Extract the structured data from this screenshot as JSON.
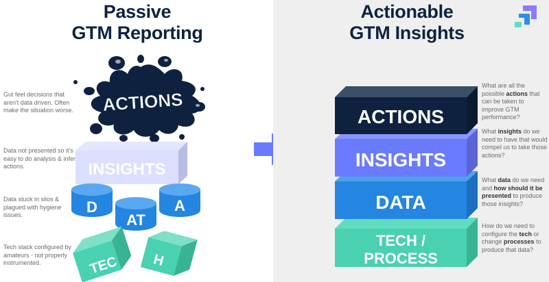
{
  "left": {
    "title_line1": "Passive",
    "title_line2": "GTM Reporting",
    "notes": [
      "Gut feel decisions that aren't data driven. Often make the situation worse.",
      "Data not presented so it's easy to do analysis & infer actions.",
      "Data stuck in silos & plagued with hygiene issues.",
      "Tech stack configured by amateurs - not properly instrumented."
    ],
    "splat_label": "ACTIONS",
    "insights_label": "INSIGHTS",
    "data_letters": [
      "D",
      "AT",
      "A"
    ],
    "tech_fragments": [
      "TEC",
      "H"
    ]
  },
  "right": {
    "title_line1": "Actionable",
    "title_line2": "GTM Insights",
    "layers": [
      {
        "label": "ACTIONS",
        "color": "#0e2240"
      },
      {
        "label": "INSIGHTS",
        "color": "#6b7bff"
      },
      {
        "label": "DATA",
        "color": "#2486e0"
      },
      {
        "label_line1": "TECH /",
        "label_line2": "PROCESS",
        "color": "#49d1b1"
      }
    ],
    "notes": [
      {
        "pre": "What are all the possible ",
        "bold": "actions",
        "post": " that can be taken to improve GTM performance?"
      },
      {
        "pre": "What ",
        "bold": "insights",
        "post": " do we need to have that would compel us to take those actions?"
      },
      {
        "pre": "What ",
        "bold": "data",
        "mid": " do we need and ",
        "bold2": "how should it be presented",
        "post": " to produce those insights?"
      },
      {
        "pre": "How do we need to configure the ",
        "bold": "tech",
        "mid": " or change ",
        "bold2": "processes",
        "post": " to produce that data?"
      }
    ]
  },
  "arrow_icon": "right-arrow-icon",
  "logo_icon": "stacked-squares-logo-icon",
  "colors": {
    "navy": "#0e2240",
    "purple": "#6b7bff",
    "blue": "#2486e0",
    "teal": "#49d1b1",
    "background_right": "#efefef"
  }
}
